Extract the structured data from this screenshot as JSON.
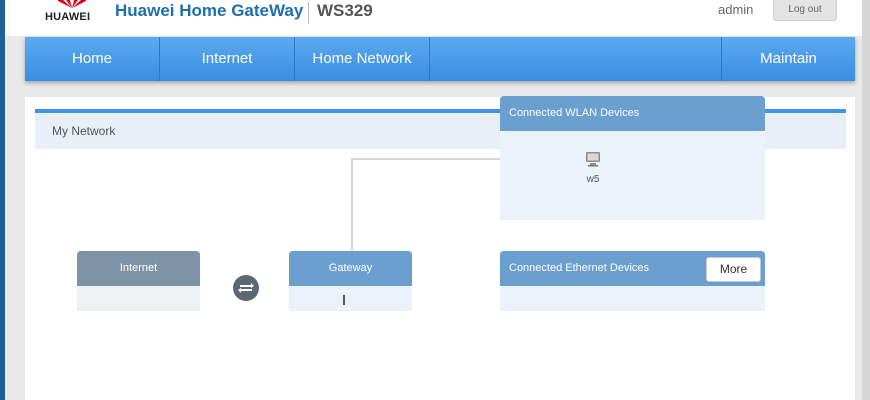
{
  "header": {
    "logo_text": "HUAWEI",
    "title": "Huawei Home GateWay",
    "model": "WS329",
    "user": "admin",
    "logout_label": "Log out"
  },
  "nav": {
    "items": [
      "Home",
      "Internet",
      "Home Network",
      "Maintain"
    ]
  },
  "page": {
    "section_title": "My Network"
  },
  "topology": {
    "wlan_title": "Connected WLAN Devices",
    "wlan_devices": [
      {
        "name": "w5",
        "icon": "computer-icon"
      }
    ],
    "ethernet_title": "Connected Ethernet Devices",
    "more_label": "More",
    "internet_title": "Internet",
    "gateway_title": "Gateway"
  },
  "colors": {
    "brand_blue": "#1d6fb0",
    "nav_blue": "#3a8de0",
    "box_head_blue": "#6a9fd0",
    "internet_head_gray": "#7f93a8",
    "logo_red": "#e3001b"
  }
}
